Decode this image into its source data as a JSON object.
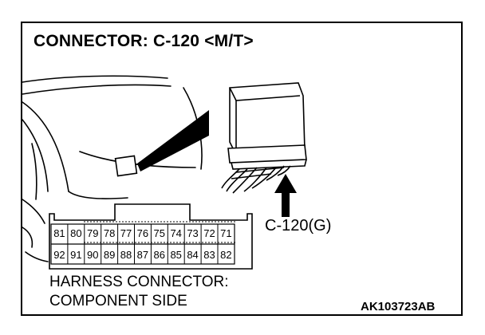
{
  "title": "CONNECTOR: C-120 <M/T>",
  "connector_callout": "C-120(G)",
  "harness_label_line1": "HARNESS CONNECTOR:",
  "harness_label_line2": "COMPONENT SIDE",
  "figure_code": "AK103723AB",
  "pins": {
    "top": [
      "81",
      "80",
      "79",
      "78",
      "77",
      "76",
      "75",
      "74",
      "73",
      "72",
      "71"
    ],
    "bottom": [
      "92",
      "91",
      "90",
      "89",
      "88",
      "87",
      "86",
      "85",
      "84",
      "83",
      "82"
    ]
  },
  "icons": [
    "dashboard-illustration",
    "control-unit-illustration",
    "connector-face-illustration",
    "up-arrow-icon"
  ]
}
